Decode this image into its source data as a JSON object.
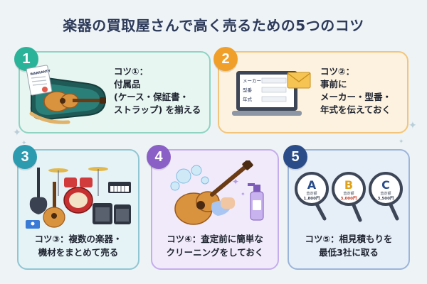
{
  "title": "楽器の買取屋さんで高く売るための5つのコツ",
  "colors": {
    "card1": "#2bb39a",
    "card2": "#f0a02a",
    "card3": "#2c9bb0",
    "card4": "#8a5fc6",
    "card5": "#2a4d8a"
  },
  "tips": [
    {
      "number": "1",
      "lines": [
        "コツ①：",
        "付属品",
        "(ケース・保証書・",
        "ストラップ) を揃える"
      ]
    },
    {
      "number": "2",
      "lines": [
        "コツ②：",
        "事前に",
        "メーカー・型番・",
        "年式を伝えておく"
      ]
    },
    {
      "number": "3",
      "lines": [
        "コツ③：複数の楽器・",
        "機材をまとめて売る"
      ]
    },
    {
      "number": "4",
      "lines": [
        "コツ④：査定前に簡単な",
        "クリーニングをしておく"
      ]
    },
    {
      "number": "5",
      "lines": [
        "コツ⑤：相見積もりを",
        "最低3社に取る"
      ]
    }
  ],
  "illustrations": {
    "warranty_label": "WARRANTY",
    "form_fields": [
      "メーカー",
      "型番",
      "年式"
    ],
    "quotes": [
      {
        "letter": "A",
        "caption": "査定額",
        "amount": "1,800円"
      },
      {
        "letter": "B",
        "caption": "査定額",
        "amount": "3,000円"
      },
      {
        "letter": "C",
        "caption": "査定額",
        "amount": "3,500円"
      }
    ]
  }
}
